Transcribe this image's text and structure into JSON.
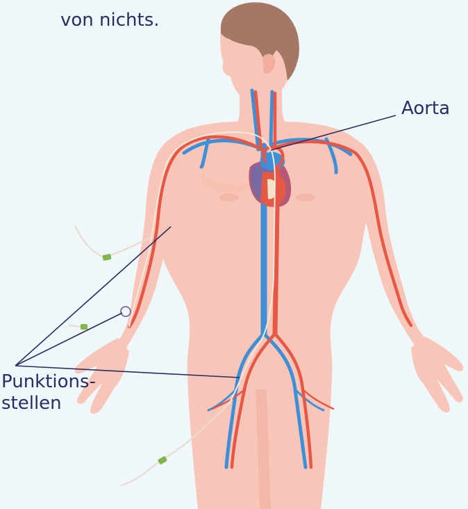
{
  "intro": {
    "text_tail": "von nichts."
  },
  "labels": {
    "aorta": "Aorta",
    "puncture_line1": "Punktions-",
    "puncture_line2": "stellen"
  },
  "colors": {
    "background": "#eff7fa",
    "skin": "#f8c6b8",
    "skin_shadow": "#f1ad9e",
    "hair": "#a57866",
    "artery": "#e65745",
    "vein": "#3e8fd6",
    "label_text": "#2c2c63",
    "catheter": "#e7dccd",
    "catheter_clip": "#7fb54a"
  }
}
